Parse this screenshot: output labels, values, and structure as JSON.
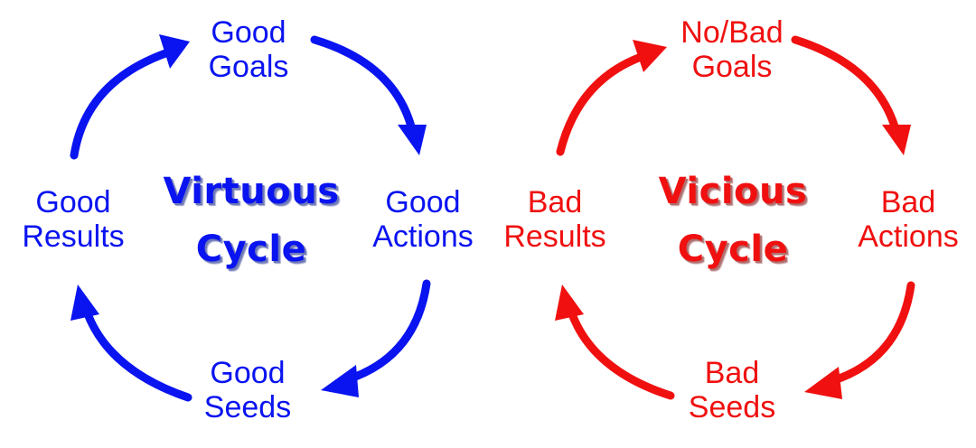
{
  "colors": {
    "virtuous": "#0a14f0",
    "vicious": "#f01010"
  },
  "virtuous": {
    "title_line1": "Virtuous",
    "title_line2": "Cycle",
    "top_line1": "Good",
    "top_line2": "Goals",
    "right_line1": "Good",
    "right_line2": "Actions",
    "bottom_line1": "Good",
    "bottom_line2": "Seeds",
    "left_line1": "Good",
    "left_line2": "Results"
  },
  "vicious": {
    "title_line1": "Vicious",
    "title_line2": "Cycle",
    "top_line1": "No/Bad",
    "top_line2": "Goals",
    "right_line1": "Bad",
    "right_line2": "Actions",
    "bottom_line1": "Bad",
    "bottom_line2": "Seeds",
    "left_line1": "Bad",
    "left_line2": "Results"
  }
}
